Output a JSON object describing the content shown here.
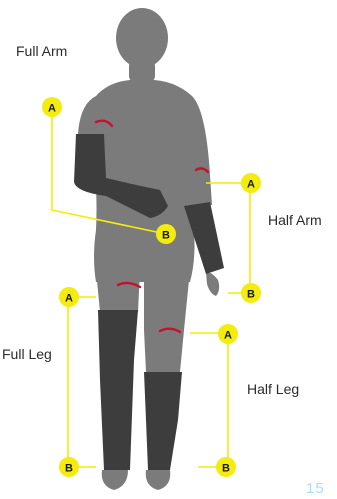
{
  "labels": {
    "full_arm": "Full Arm",
    "half_arm": "Half Arm",
    "full_leg": "Full Leg",
    "half_leg": "Half Leg"
  },
  "markers": {
    "a": "A",
    "b": "B"
  },
  "page_number": "15",
  "colors": {
    "body": "#7b7b7b",
    "sleeve": "#3d3d3d",
    "marker_fill": "#f3ec0c",
    "line": "#f3ec0c",
    "arrow": "#c8102e"
  }
}
